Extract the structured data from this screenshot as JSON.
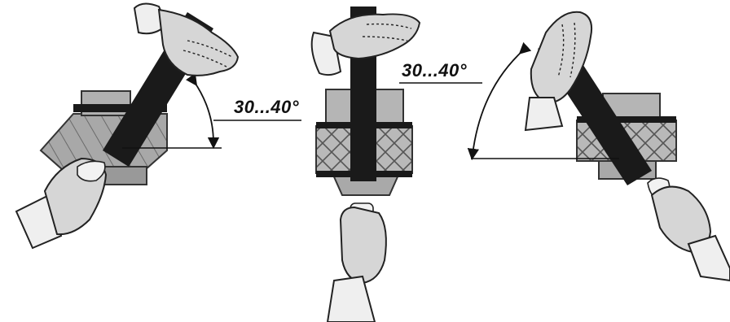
{
  "figure": {
    "panels": [
      {
        "name": "left",
        "angle_label": "30...40°"
      },
      {
        "name": "center",
        "angle_label": ""
      },
      {
        "name": "right",
        "angle_label": "30...40°"
      }
    ],
    "colors": {
      "tool": "#1a1a1a",
      "workpiece": "#9a9a9a",
      "hand": "#d6d6d6",
      "line": "#111111"
    }
  }
}
